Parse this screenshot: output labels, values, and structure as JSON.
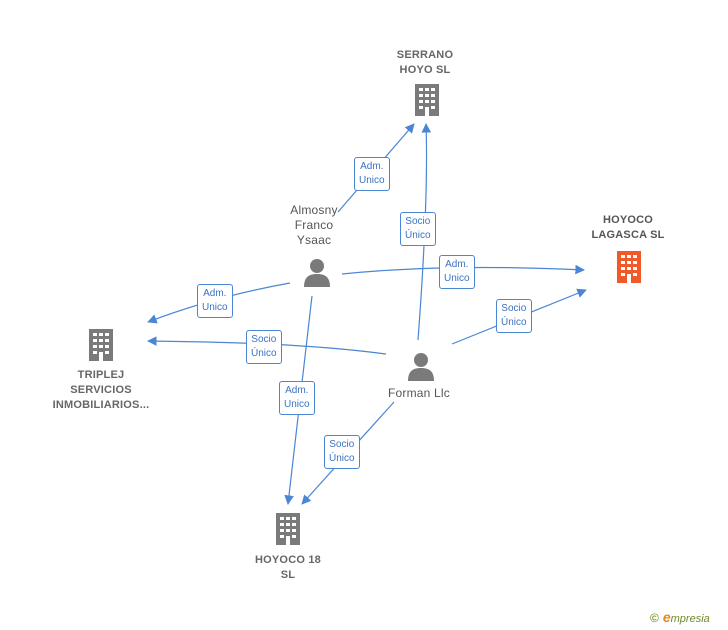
{
  "nodes": {
    "serrano": {
      "label": "SERRANO\nHOYO  SL",
      "kind": "company"
    },
    "hoyoco_lagasca": {
      "label": "HOYOCO\nLAGASCA  SL",
      "kind": "company-highlight"
    },
    "triplej": {
      "label": "TRIPLEJ\nSERVICIOS\nINMOBILIARIOS...",
      "kind": "company"
    },
    "hoyoco18": {
      "label": "HOYOCO 18\nSL",
      "kind": "company"
    },
    "almosny": {
      "label": "Almosny\nFranco\nYsaac",
      "kind": "person"
    },
    "forman": {
      "label": "Forman Llc",
      "kind": "person"
    }
  },
  "edges": [
    {
      "id": "almosny-serrano",
      "label": "Adm.\nUnico"
    },
    {
      "id": "forman-serrano",
      "label": "Socio\nÚnico"
    },
    {
      "id": "almosny-lagasca",
      "label": "Adm.\nUnico"
    },
    {
      "id": "forman-lagasca",
      "label": "Socio\nÚnico"
    },
    {
      "id": "almosny-triplej",
      "label": "Adm.\nUnico"
    },
    {
      "id": "forman-triplej",
      "label": "Socio\nÚnico"
    },
    {
      "id": "almosny-hoyoco18",
      "label": "Adm.\nUnico"
    },
    {
      "id": "forman-hoyoco18",
      "label": "Socio\nÚnico"
    }
  ],
  "colors": {
    "edge": "#4a86d4",
    "company": "#7a7a7a",
    "highlight": "#f05a28",
    "person": "#7a7a7a"
  },
  "brand": {
    "copyright": "©",
    "initial": "e",
    "rest": "mpresia"
  }
}
